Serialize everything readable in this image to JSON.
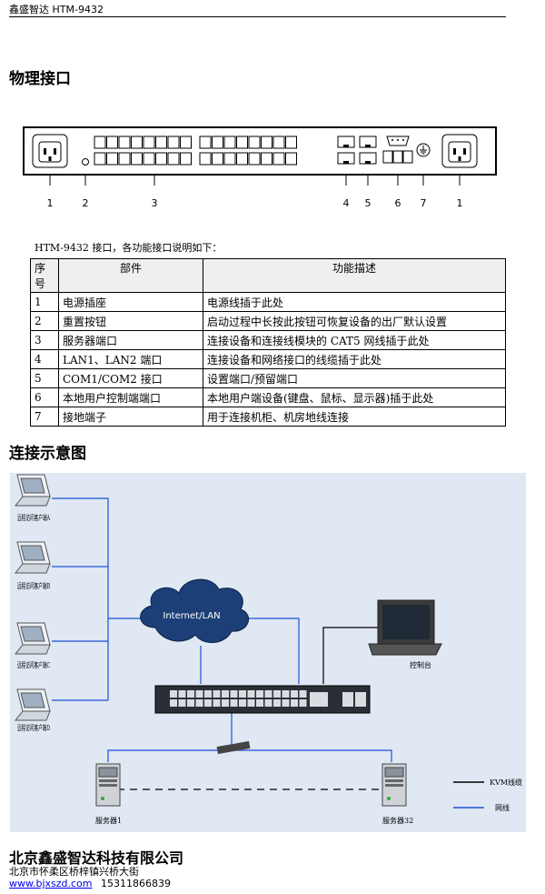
{
  "header": {
    "title": "鑫盛智达 HTM-9432"
  },
  "section_interfaces": {
    "title": "物理接口"
  },
  "panel": {
    "callouts": [
      "1",
      "2",
      "3",
      "4",
      "5",
      "6",
      "7",
      "1"
    ]
  },
  "ports_table": {
    "intro": "HTM-9432 接口，各功能接口说明如下：",
    "headers": [
      "序号",
      "部件",
      "功能描述"
    ],
    "rows": [
      [
        "1",
        "电源插座",
        "电源线插于此处"
      ],
      [
        "2",
        "重置按钮",
        "启动过程中长按此按钮可恢复设备的出厂默认设置"
      ],
      [
        "3",
        "服务器端口",
        "连接设备和连接线模块的 CAT5 网线插于此处"
      ],
      [
        "4",
        "LAN1、LAN2 端口",
        "连接设备和网络接口的线缆插于此处"
      ],
      [
        "5",
        "COM1/COM2 接口",
        "设置端口/预留端口"
      ],
      [
        "6",
        "本地用户控制端端口",
        "本地用户端设备(键盘、鼠标、显示器)插于此处"
      ],
      [
        "7",
        "接地端子",
        "用于连接机柜、机房地线连接"
      ]
    ]
  },
  "section_diagram": {
    "title": "连接示意图"
  },
  "diagram": {
    "clients": [
      "远程访问客户端A",
      "远程访问客户端B",
      "远程访问客户端C",
      "远程访问客户端D"
    ],
    "cloud_label": "Internet/LAN",
    "console_label": "控制台",
    "server1_label": "服务器1",
    "server32_label": "服务器32",
    "legend": {
      "kvm": "KVM线缆",
      "network": "网线"
    },
    "colors": {
      "network": "#1f4fd8",
      "kvm": "#000000",
      "background": "#dfe8f3",
      "cloud": "#1d3f78"
    }
  },
  "footer": {
    "company": "北京鑫盛智达科技有限公司",
    "address": "北京市怀柔区桥梓镇兴桥大街",
    "website": "www.bjxszd.com",
    "phone": "15311866839"
  }
}
